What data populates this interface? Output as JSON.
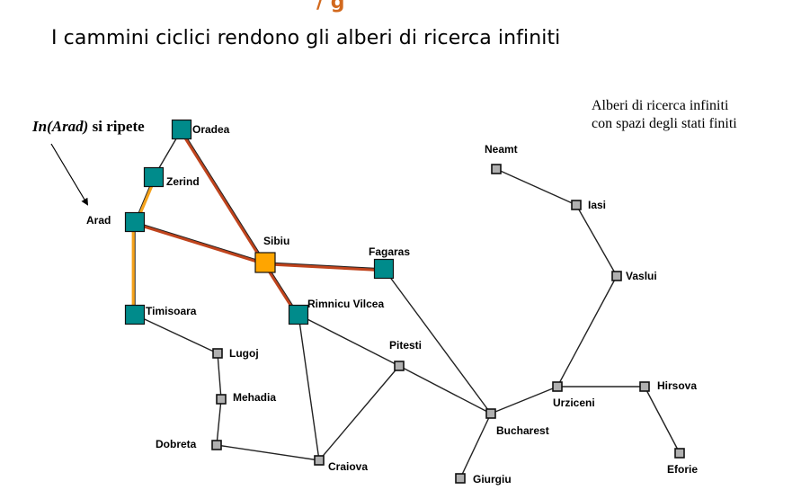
{
  "slide": {
    "top_title_fragment": "/ g",
    "subtitle": "I cammini ciclici rendono gli alberi di ricerca infiniti",
    "note_line1": "Alberi di ricerca infiniti",
    "note_line2": "con spazi degli stati finiti",
    "callout_italic": "In(Arad)",
    "callout_rest": " si ripete"
  },
  "colors": {
    "edge": "#222222",
    "path_orange": "#f5a21b",
    "path_red": "#c0441d",
    "visited_node": "#008b8b",
    "current_node": "#ffa500",
    "plain_node": "#b0b0b0"
  },
  "map": {
    "cities": [
      {
        "id": "oradea",
        "name": "Oradea",
        "state": "visited"
      },
      {
        "id": "zerind",
        "name": "Zerind",
        "state": "visited"
      },
      {
        "id": "arad",
        "name": "Arad",
        "state": "visited"
      },
      {
        "id": "timisoara",
        "name": "Timisoara",
        "state": "visited"
      },
      {
        "id": "sibiu",
        "name": "Sibiu",
        "state": "current"
      },
      {
        "id": "fagaras",
        "name": "Fagaras",
        "state": "visited"
      },
      {
        "id": "rimnicu",
        "name": "Rimnicu Vilcea",
        "state": "visited"
      },
      {
        "id": "lugoj",
        "name": "Lugoj",
        "state": "plain"
      },
      {
        "id": "mehadia",
        "name": "Mehadia",
        "state": "plain"
      },
      {
        "id": "dobreta",
        "name": "Dobreta",
        "state": "plain"
      },
      {
        "id": "craiova",
        "name": "Craiova",
        "state": "plain"
      },
      {
        "id": "pitesti",
        "name": "Pitesti",
        "state": "plain"
      },
      {
        "id": "bucharest",
        "name": "Bucharest",
        "state": "plain"
      },
      {
        "id": "giurgiu",
        "name": "Giurgiu",
        "state": "plain"
      },
      {
        "id": "urziceni",
        "name": "Urziceni",
        "state": "plain"
      },
      {
        "id": "hirsova",
        "name": "Hirsova",
        "state": "plain"
      },
      {
        "id": "eforie",
        "name": "Eforie",
        "state": "plain"
      },
      {
        "id": "vaslui",
        "name": "Vaslui",
        "state": "plain"
      },
      {
        "id": "iasi",
        "name": "Iasi",
        "state": "plain"
      },
      {
        "id": "neamt",
        "name": "Neamt",
        "state": "plain"
      }
    ],
    "roads": [
      [
        "oradea",
        "zerind"
      ],
      [
        "zerind",
        "arad"
      ],
      [
        "oradea",
        "sibiu"
      ],
      [
        "arad",
        "sibiu"
      ],
      [
        "arad",
        "timisoara"
      ],
      [
        "timisoara",
        "lugoj"
      ],
      [
        "lugoj",
        "mehadia"
      ],
      [
        "mehadia",
        "dobreta"
      ],
      [
        "dobreta",
        "craiova"
      ],
      [
        "sibiu",
        "fagaras"
      ],
      [
        "sibiu",
        "rimnicu"
      ],
      [
        "rimnicu",
        "craiova"
      ],
      [
        "rimnicu",
        "pitesti"
      ],
      [
        "craiova",
        "pitesti"
      ],
      [
        "pitesti",
        "bucharest"
      ],
      [
        "fagaras",
        "bucharest"
      ],
      [
        "bucharest",
        "giurgiu"
      ],
      [
        "bucharest",
        "urziceni"
      ],
      [
        "urziceni",
        "hirsova"
      ],
      [
        "hirsova",
        "eforie"
      ],
      [
        "urziceni",
        "vaslui"
      ],
      [
        "vaslui",
        "iasi"
      ],
      [
        "iasi",
        "neamt"
      ]
    ],
    "highlighted_roads": [
      {
        "from": "arad",
        "to": "zerind",
        "color": "path_orange"
      },
      {
        "from": "arad",
        "to": "timisoara",
        "color": "path_orange"
      },
      {
        "from": "oradea",
        "to": "sibiu",
        "color": "path_red"
      },
      {
        "from": "arad",
        "to": "sibiu",
        "color": "path_red"
      },
      {
        "from": "sibiu",
        "to": "fagaras",
        "color": "path_red"
      },
      {
        "from": "sibiu",
        "to": "rimnicu",
        "color": "path_red"
      }
    ]
  }
}
